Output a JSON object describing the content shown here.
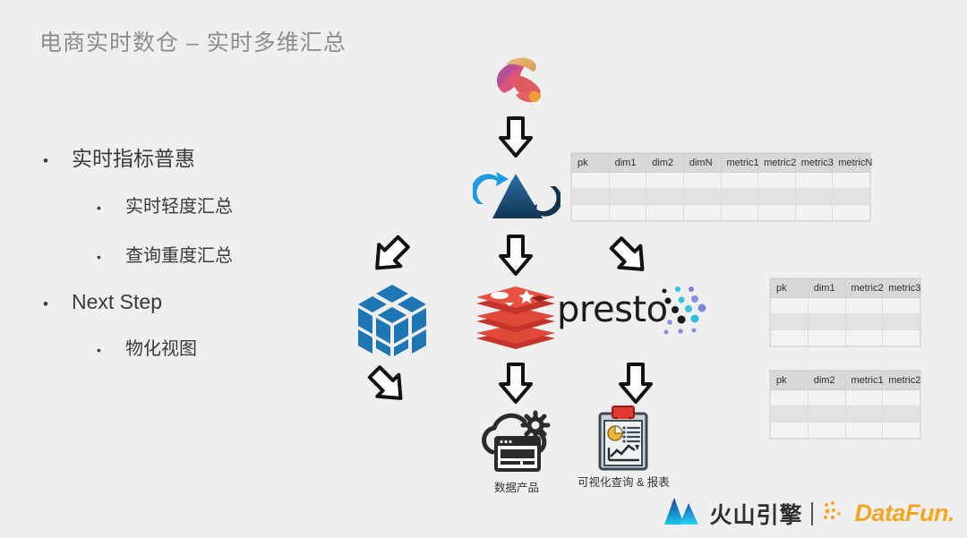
{
  "slide": {
    "title": "电商实时数仓 – 实时多维汇总",
    "background_color": "#efefef",
    "title_color": "#8d8d8d"
  },
  "bullets": [
    {
      "level": 1,
      "text": "实时指标普惠"
    },
    {
      "level": 2,
      "text": "实时轻度汇总"
    },
    {
      "level": 2,
      "text": "查询重度汇总"
    },
    {
      "level": 1,
      "text": "Next Step"
    },
    {
      "level": 2,
      "text": "物化视图"
    }
  ],
  "diagram": {
    "nodes": [
      {
        "name": "flink-squirrel-icon",
        "label": ""
      },
      {
        "name": "streaming-aggregation-icon",
        "label": ""
      },
      {
        "name": "olap-cube-icon",
        "label": ""
      },
      {
        "name": "redis-icon",
        "label": ""
      },
      {
        "name": "presto-wordmark",
        "label": "presto"
      },
      {
        "name": "presto-dots-icon",
        "label": ""
      },
      {
        "name": "data-product-icon",
        "label": "数据产品"
      },
      {
        "name": "bi-report-icon",
        "label": "可视化查询 & 报表"
      }
    ],
    "arrows": [
      {
        "name": "arrow-down-flink-to-agg",
        "direction": "down"
      },
      {
        "name": "arrow-down-agg-to-redis",
        "direction": "down"
      },
      {
        "name": "arrow-down-left-to-cube",
        "direction": "down-left"
      },
      {
        "name": "arrow-down-right-to-table2",
        "direction": "down-right"
      },
      {
        "name": "arrow-down-right-cube-to-presto",
        "direction": "down-right"
      },
      {
        "name": "arrow-down-redis-to-product",
        "direction": "down"
      },
      {
        "name": "arrow-down-presto-to-report",
        "direction": "down"
      }
    ]
  },
  "tables": [
    {
      "name": "detail-table",
      "headers": [
        "pk",
        "dim1",
        "dim2",
        "dimN",
        "metric1",
        "metric2",
        "metric3",
        "metricN"
      ],
      "row_count": 3
    },
    {
      "name": "agg-table-dim1",
      "headers": [
        "pk",
        "dim1",
        "metric2",
        "metric3"
      ],
      "row_count": 3
    },
    {
      "name": "agg-table-dim2",
      "headers": [
        "pk",
        "dim2",
        "metric1",
        "metric2"
      ],
      "row_count": 3
    }
  ],
  "footer": {
    "volcano_brand": "火山引擎",
    "separator": "|",
    "datafun_brand": "DataFun.",
    "datafun_color": "#f5a623",
    "volcano_color": "#2f2f2f"
  }
}
